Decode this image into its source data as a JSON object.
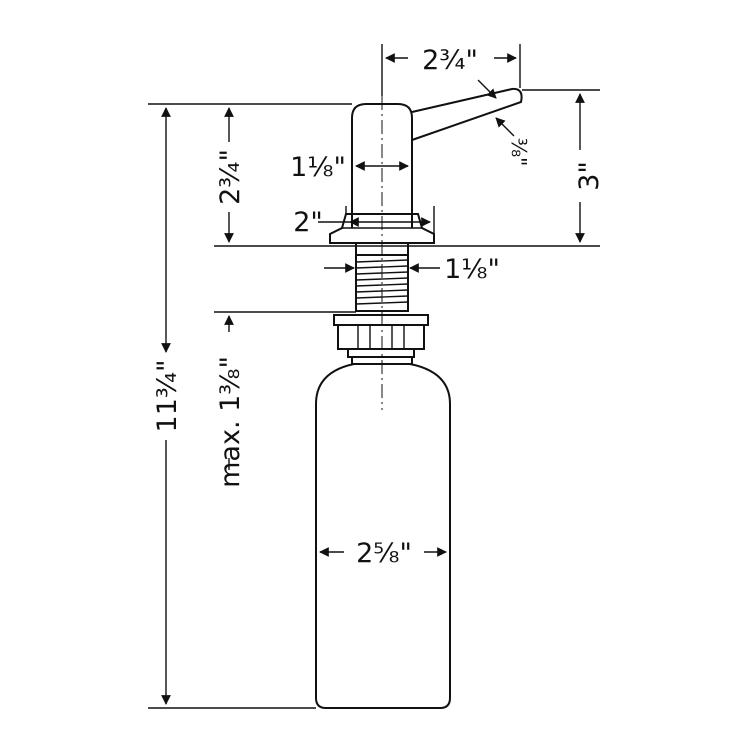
{
  "dimensions": {
    "arm_length": "2¾\"",
    "arm_diameter": "⅜\"",
    "spout_height": "3\"",
    "pump_height": "2¾\"",
    "pump_diameter": "1⅛\"",
    "flange_diameter": "2\"",
    "shank_diameter": "1⅛\"",
    "total_height": "11¾\"",
    "max_counter": "max. 1⅜\"",
    "bottle_diameter": "2⅝\""
  },
  "colors": {
    "line": "#111111",
    "background": "#ffffff"
  }
}
